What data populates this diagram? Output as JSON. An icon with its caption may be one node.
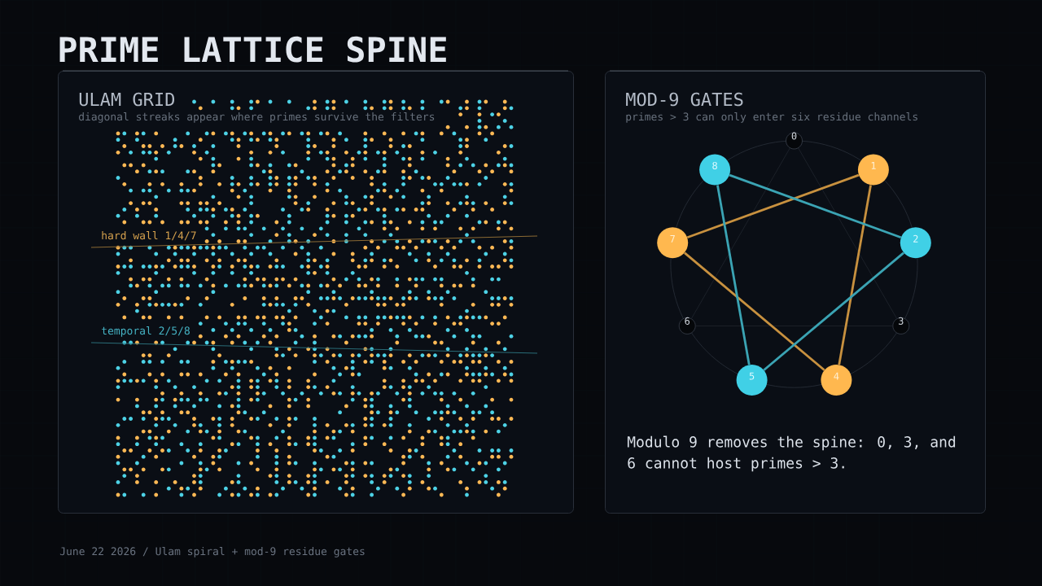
{
  "diagram": {
    "title": "PRIME LATTICE SPINE",
    "caption": "June 22 2026 / Ulam spiral + mod-9 residue gates",
    "nodes": [
      {
        "text": [
          "ULAM GRID",
          "diagonal streaks appear where primes survive the filters"
        ]
      },
      {
        "text": [
          "MOD-9 GATES",
          "primes > 3 can only enter six residue channels",
          "Modulo 9 removes the spine: 0, 3, and 6 cannot host primes > 3."
        ]
      },
      {
        "text": [
          "0"
        ],
        "in": 1
      },
      {
        "text": [
          "1"
        ],
        "in": 1
      },
      {
        "text": [
          "2"
        ],
        "in": 1
      },
      {
        "text": [
          "3"
        ],
        "in": 1
      },
      {
        "text": [
          "4"
        ],
        "in": 1
      },
      {
        "text": [
          "5"
        ],
        "in": 1
      },
      {
        "text": [
          "6"
        ],
        "in": 1
      },
      {
        "text": [
          "7"
        ],
        "in": 1
      },
      {
        "text": [
          "8"
        ],
        "in": 1
      }
    ],
    "edges": [
      {
        "from": 2,
        "to": 5,
        "arrow": "none",
        "color": "#1c2129"
      },
      {
        "from": 2,
        "to": 8,
        "arrow": "none",
        "color": "#1c2129"
      },
      {
        "from": 5,
        "to": 8,
        "arrow": "none",
        "color": "#1c2129"
      },
      {
        "from": 3,
        "to": 9,
        "arrow": "none",
        "color": "#c8913f"
      },
      {
        "from": 3,
        "to": 6,
        "arrow": "none",
        "color": "#c8913f"
      },
      {
        "from": 9,
        "to": 6,
        "arrow": "none",
        "color": "#c8913f"
      },
      {
        "from": 10,
        "to": 4,
        "arrow": "none",
        "color": "#3ba4b4"
      },
      {
        "from": 10,
        "to": 7,
        "arrow": "none",
        "color": "#3ba4b4"
      },
      {
        "from": 4,
        "to": 7,
        "arrow": "none",
        "color": "#3ba4b4"
      }
    ],
    "labels": [
      "hard wall 1/4/7",
      "temporal 2/5/8"
    ]
  }
}
